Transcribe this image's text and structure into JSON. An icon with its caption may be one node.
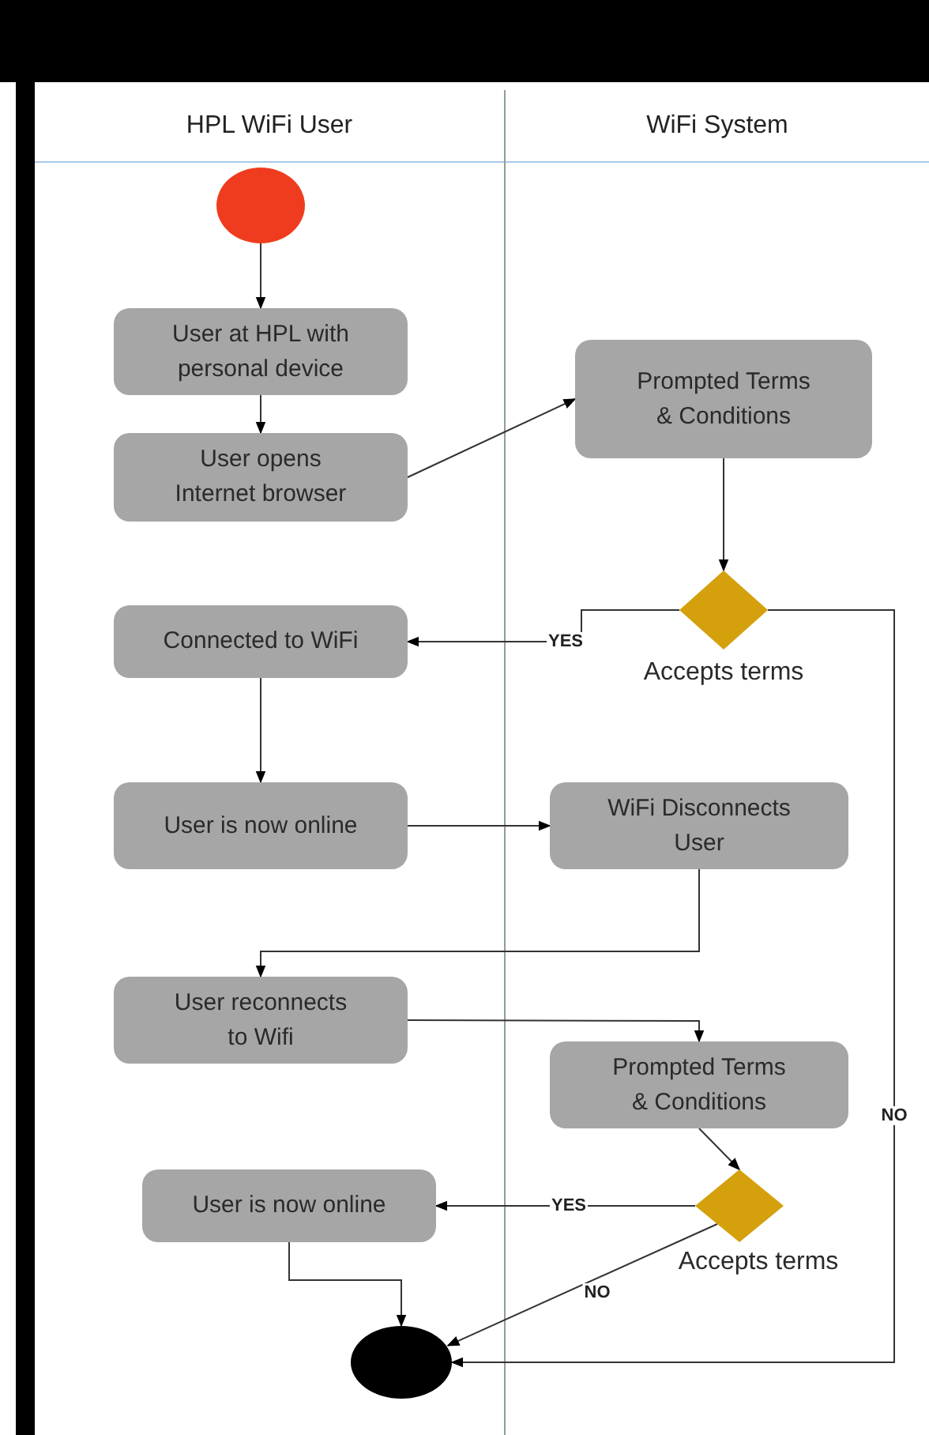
{
  "diagram": {
    "nodes": [
      {
        "text": [
          "HPL WiFi User"
        ]
      },
      {
        "text": [
          "WiFi System"
        ]
      },
      {
        "text": [],
        "shape": "circle",
        "in": 0
      },
      {
        "text": [
          "User at HPL with personal device"
        ],
        "in": 0
      },
      {
        "text": [
          "User opens Internet browser"
        ],
        "in": 0
      },
      {
        "text": [
          "Prompted Terms & Conditions"
        ],
        "in": 1
      },
      {
        "text": [],
        "shape": "diamond",
        "beside": [
          "Accepts terms"
        ],
        "in": 1
      },
      {
        "text": [
          "Connected to WiFi"
        ],
        "in": 0
      },
      {
        "text": [
          "User is now online"
        ],
        "in": 0
      },
      {
        "text": [
          "WiFi Disconnects User"
        ],
        "in": 1
      },
      {
        "text": [
          "User reconnects to Wifi"
        ],
        "in": 0
      },
      {
        "text": [
          "Prompted Terms & Conditions"
        ],
        "in": 1
      },
      {
        "text": [],
        "shape": "diamond",
        "beside": [
          "Accepts terms"
        ],
        "in": 1
      },
      {
        "text": [
          "User is now online"
        ],
        "in": 0
      },
      {
        "text": [],
        "shape": "circle",
        "in": 0
      }
    ],
    "edges": [
      {
        "from": 2,
        "to": 3,
        "arrow": "to"
      },
      {
        "from": 3,
        "to": 4,
        "arrow": "to"
      },
      {
        "from": 4,
        "to": 5,
        "arrow": "to"
      },
      {
        "from": 5,
        "to": 6,
        "arrow": "to"
      },
      {
        "from": 6,
        "to": 7,
        "arrow": "to",
        "label": "YES"
      },
      {
        "from": 7,
        "to": 8,
        "arrow": "to"
      },
      {
        "from": 8,
        "to": 9,
        "arrow": "to"
      },
      {
        "from": 9,
        "to": 10,
        "arrow": "to"
      },
      {
        "from": 10,
        "to": 11,
        "arrow": "to"
      },
      {
        "from": 11,
        "to": 12,
        "arrow": "to"
      },
      {
        "from": 12,
        "to": 13,
        "arrow": "to",
        "label": "YES"
      },
      {
        "from": 13,
        "to": 14,
        "arrow": "to"
      },
      {
        "from": 12,
        "to": 14,
        "arrow": "to",
        "label": "NO"
      },
      {
        "from": 6,
        "to": 14,
        "arrow": "to",
        "label": "NO"
      }
    ]
  }
}
